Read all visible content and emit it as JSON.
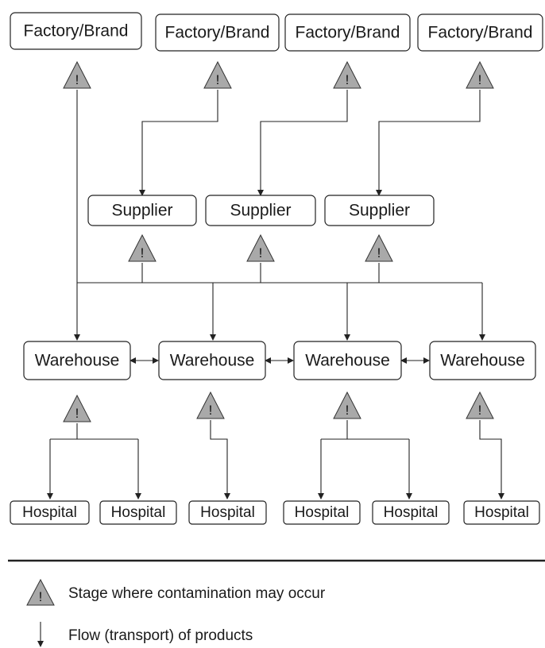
{
  "nodes": {
    "factories": [
      "Factory/Brand",
      "Factory/Brand",
      "Factory/Brand",
      "Factory/Brand"
    ],
    "suppliers": [
      "Supplier",
      "Supplier",
      "Supplier"
    ],
    "warehouses": [
      "Warehouse",
      "Warehouse",
      "Warehouse",
      "Warehouse"
    ],
    "hospitals": [
      "Hospital",
      "Hospital",
      "Hospital",
      "Hospital",
      "Hospital",
      "Hospital"
    ]
  },
  "warning_symbol": "!",
  "legend": {
    "contamination_label": "Stage where contamination may occur",
    "flow_label": "Flow (transport) of products"
  }
}
